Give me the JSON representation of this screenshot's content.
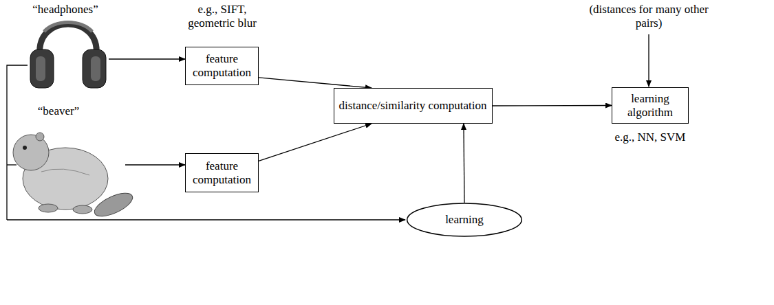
{
  "diagram": {
    "nodes": [
      {
        "text": [
          "feature computation"
        ]
      },
      {
        "text": [
          "feature computation"
        ]
      },
      {
        "text": [
          "distance/similarity computation"
        ]
      },
      {
        "text": [
          "learning algorithm"
        ]
      },
      {
        "text": [
          "learning"
        ]
      }
    ],
    "edges": [
      {
        "from": 0,
        "to": 2,
        "arrow": "to"
      },
      {
        "from": 1,
        "to": 2,
        "arrow": "to"
      },
      {
        "from": 4,
        "to": 2,
        "arrow": "to"
      },
      {
        "from": 2,
        "to": 3,
        "arrow": "to"
      }
    ],
    "labels": [
      "“headphones”",
      "“beaver”",
      "e.g., SIFT, geometric blur",
      "(distances for many other pairs)",
      "e.g., NN, SVM"
    ]
  }
}
